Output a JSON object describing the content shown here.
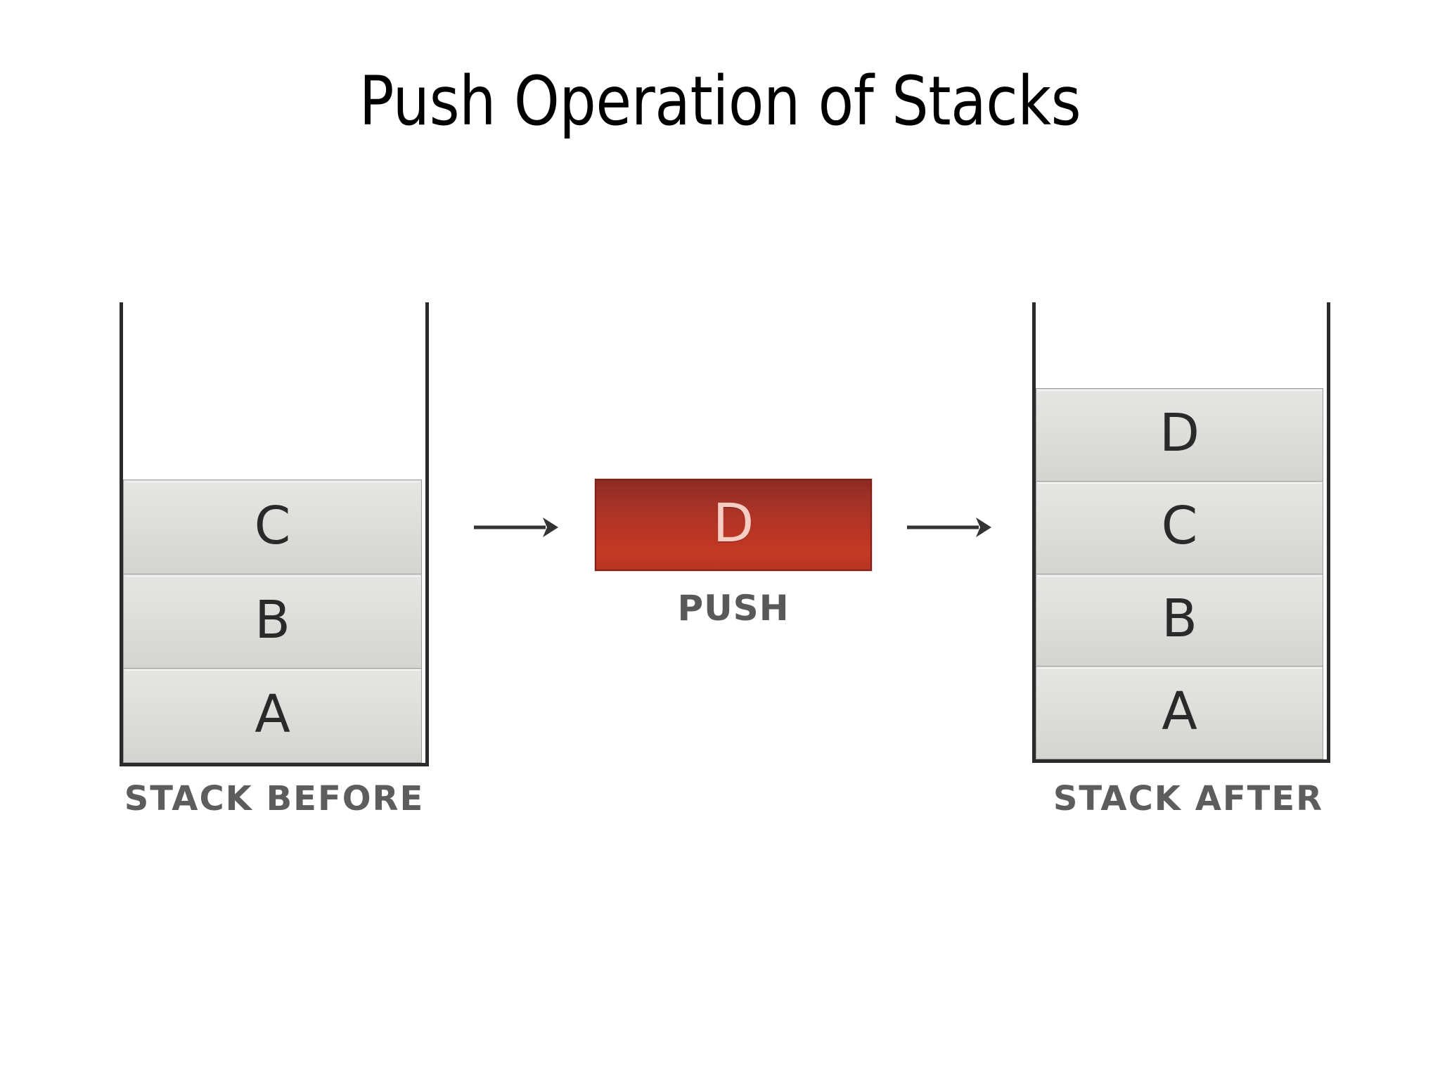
{
  "slide": {
    "title": "Push Operation of Stacks",
    "background_color": "#ffffff"
  },
  "colors": {
    "vessel_stroke": "#2b2b2b",
    "cell_fill": "#dcdcd9",
    "cell_border": "#9a9a9a",
    "cell_text": "#2a2a2a",
    "caption_text": "#5d5d5d",
    "push_block_fill": "#b03426",
    "push_block_border": "#7d2017",
    "push_block_text": "#f7ccc2",
    "arrow_color": "#333333"
  },
  "stack_before": {
    "caption": "STACK  BEFORE",
    "cells": [
      {
        "label": "C"
      },
      {
        "label": "B"
      },
      {
        "label": "A"
      }
    ]
  },
  "push": {
    "block_label": "D",
    "caption": "PUSH"
  },
  "stack_after": {
    "caption": "STACK  AFTER",
    "cells": [
      {
        "label": "D"
      },
      {
        "label": "C"
      },
      {
        "label": "B"
      },
      {
        "label": "A"
      }
    ]
  },
  "arrows": [
    {
      "name": "arrow-before-to-push",
      "direction": "right"
    },
    {
      "name": "arrow-push-to-after",
      "direction": "right"
    }
  ]
}
